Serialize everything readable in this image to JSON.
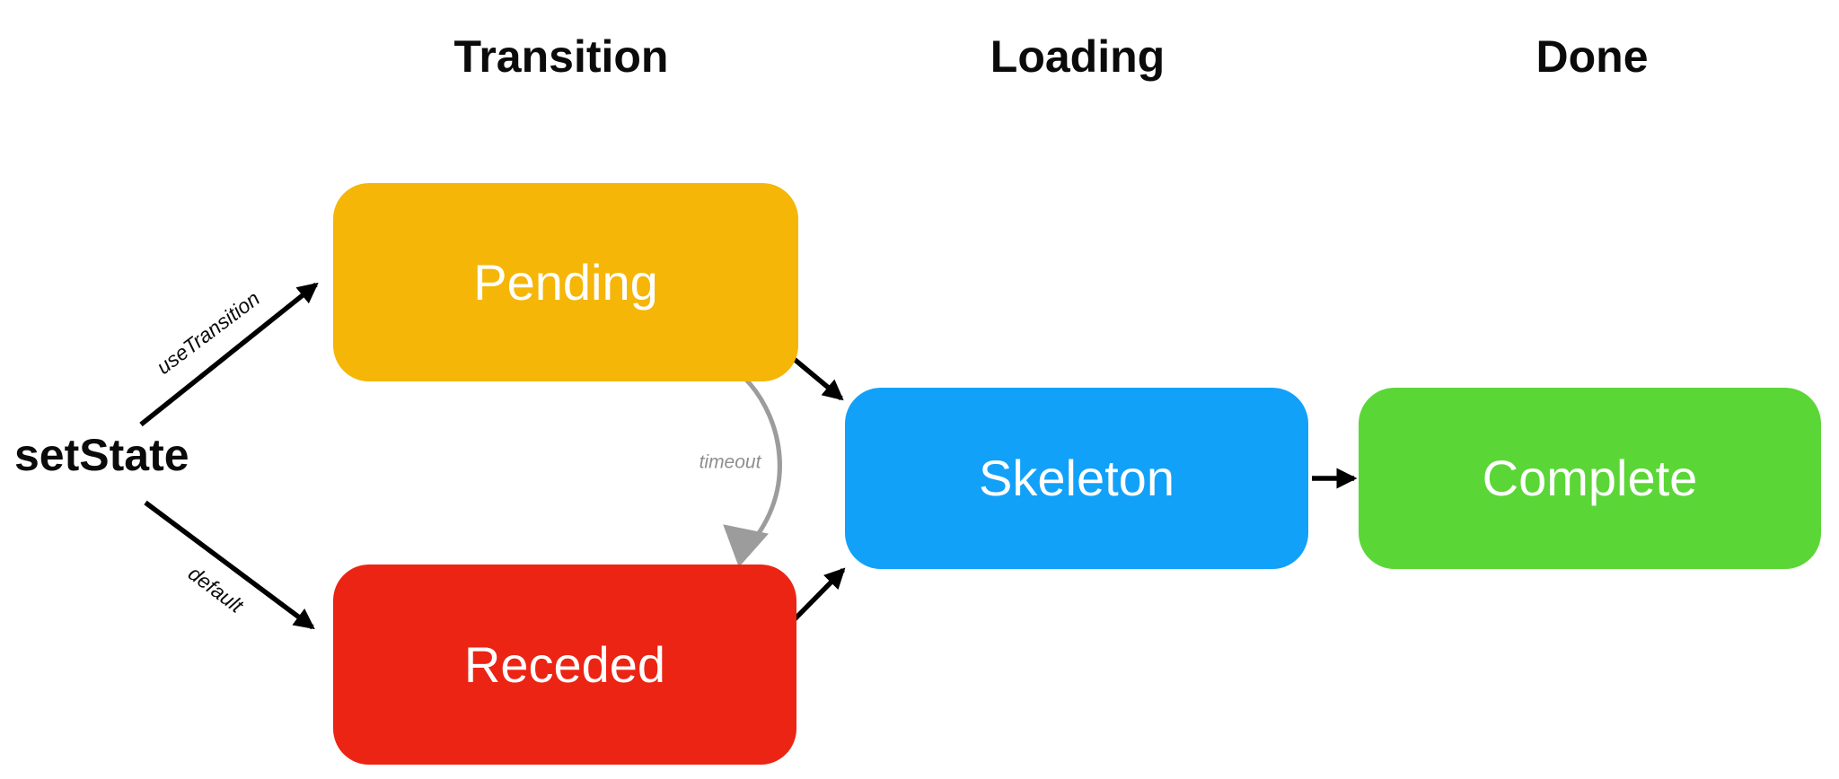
{
  "columns": [
    {
      "label": "Transition"
    },
    {
      "label": "Loading"
    },
    {
      "label": "Done"
    }
  ],
  "source": {
    "label": "setState"
  },
  "nodes": [
    {
      "id": "pending",
      "label": "Pending",
      "color": "#F5B608",
      "text_color": "#FFFFFF",
      "column": "Transition"
    },
    {
      "id": "receded",
      "label": "Receded",
      "color": "#EC2414",
      "text_color": "#FFFFFF",
      "column": "Transition"
    },
    {
      "id": "skeleton",
      "label": "Skeleton",
      "color": "#12A1F8",
      "text_color": "#FFFFFF",
      "column": "Loading"
    },
    {
      "id": "complete",
      "label": "Complete",
      "color": "#5BD637",
      "text_color": "#FFFFFF",
      "column": "Done"
    }
  ],
  "edges": [
    {
      "from": "setState",
      "to": "Pending",
      "label": "useTransition",
      "color": "#000000",
      "style": "straight"
    },
    {
      "from": "setState",
      "to": "Receded",
      "label": "default",
      "color": "#000000",
      "style": "straight"
    },
    {
      "from": "Pending",
      "to": "Skeleton",
      "label": "",
      "color": "#000000",
      "style": "straight"
    },
    {
      "from": "Pending",
      "to": "Receded",
      "label": "timeout",
      "color": "#9C9C9C",
      "label_color": "#8E8E8E",
      "style": "hand-drawn-curve"
    },
    {
      "from": "Receded",
      "to": "Skeleton",
      "label": "",
      "color": "#000000",
      "style": "straight"
    },
    {
      "from": "Skeleton",
      "to": "Complete",
      "label": "",
      "color": "#000000",
      "style": "straight"
    }
  ],
  "background_color": "#FFFFFF"
}
